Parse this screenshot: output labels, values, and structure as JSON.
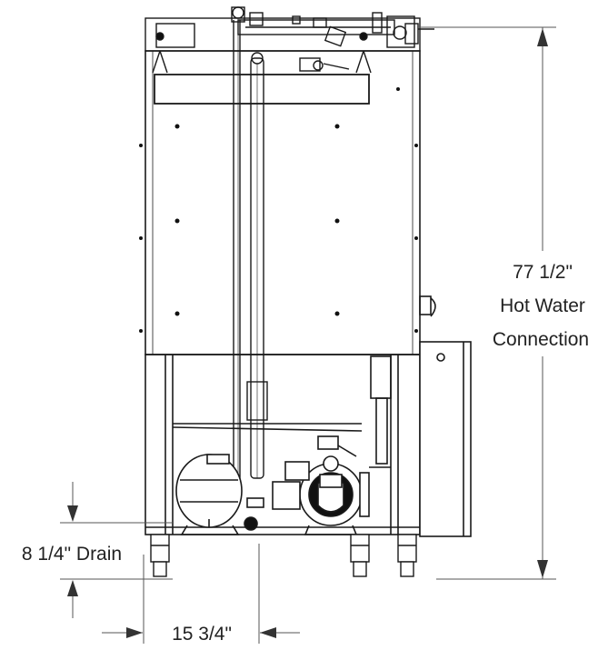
{
  "diagram": {
    "dimensions": {
      "height_line1": "77 1/2\"",
      "height_line2": "Hot Water",
      "height_line3": "Connection",
      "drain": "8 1/4\" Drain",
      "width": "15 3/4\""
    },
    "colors": {
      "line": "#1a1a1a",
      "dim_line": "#555555",
      "fill": "#ffffff",
      "dark": "#111111"
    }
  }
}
